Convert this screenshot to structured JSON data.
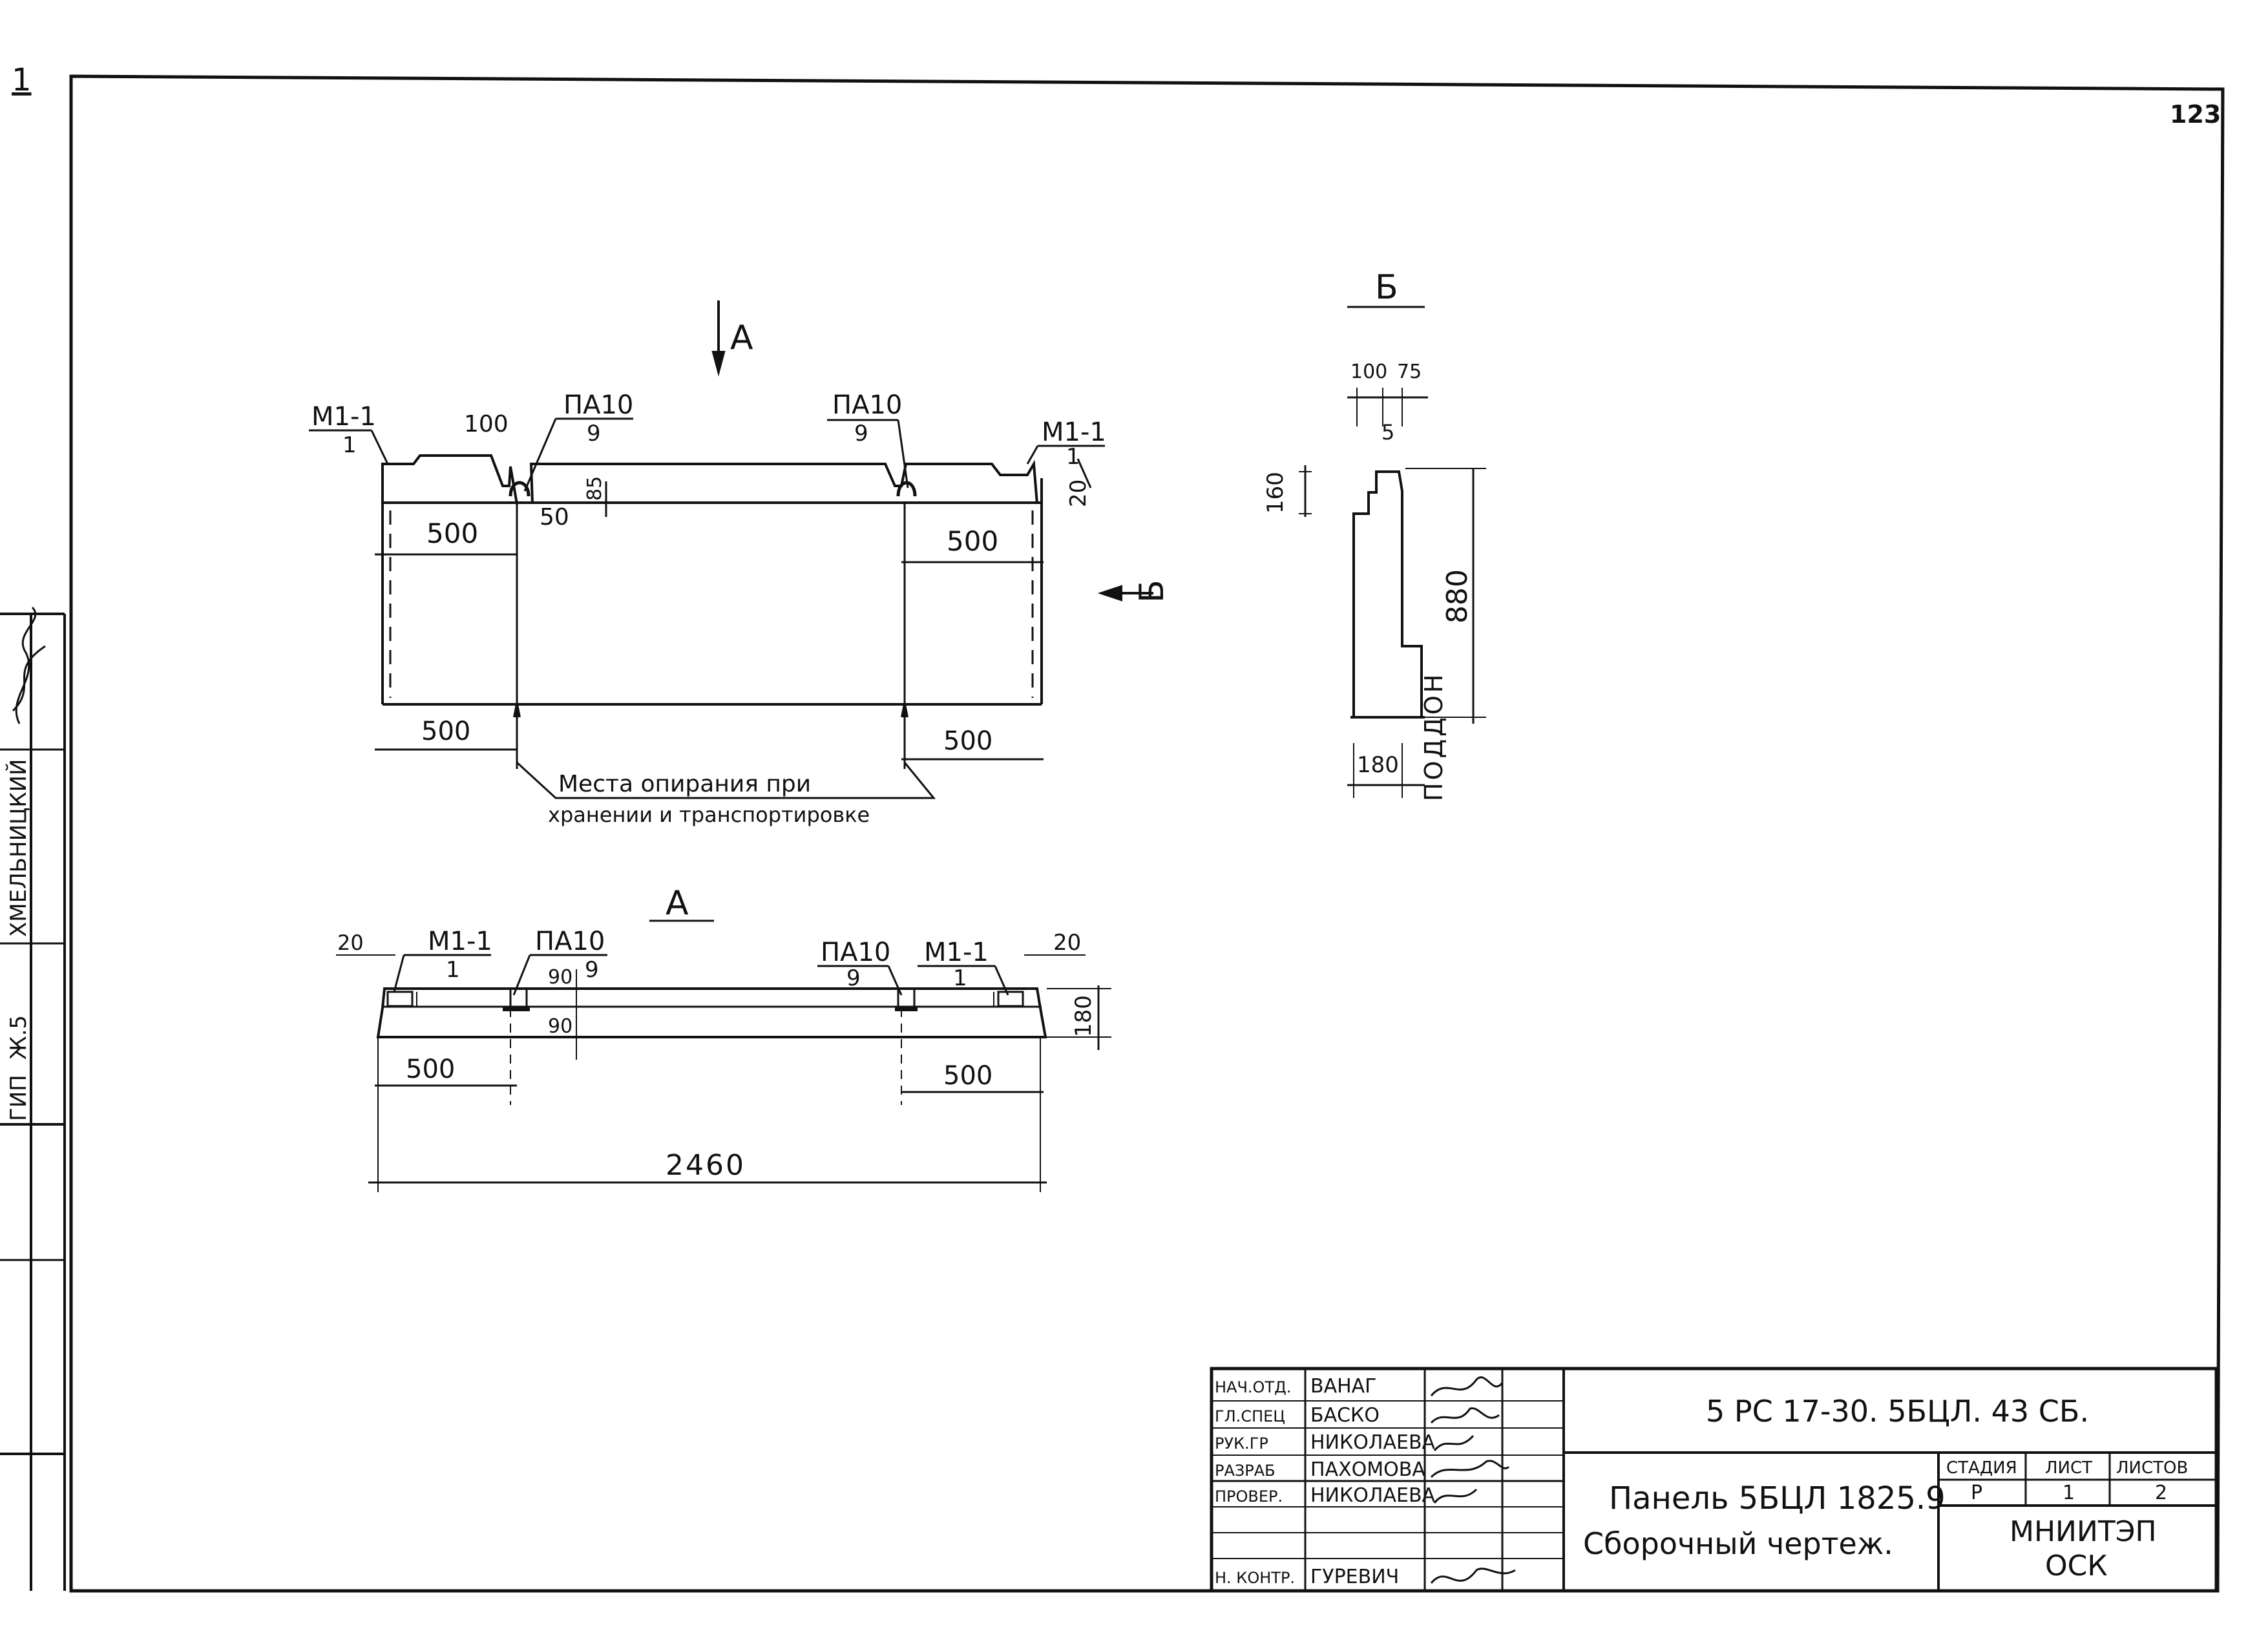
{
  "sheet": {
    "corner_number": "1",
    "page_number": "123"
  },
  "side_stamp": {
    "rows": [
      {
        "role": "ГИП",
        "value": "Ж.5",
        "name": "ХМЕЛЬНИЦКИЙ"
      }
    ]
  },
  "view_main": {
    "section_arrow_a": "А",
    "section_arrow_b": "Б",
    "callout_left": {
      "mark": "М1-1",
      "pos": "1"
    },
    "callout_right": {
      "mark": "М1-1",
      "pos": "1"
    },
    "callout_pa_left": {
      "mark": "ПА10",
      "pos": "9"
    },
    "callout_pa_right": {
      "mark": "ПА10",
      "pos": "9"
    },
    "dims": {
      "d100": "100",
      "d85": "85",
      "d50": "50",
      "d20": "20",
      "top_left_500": "500",
      "top_right_500": "500",
      "bottom_left_500": "500",
      "bottom_right_500": "500"
    },
    "note_line1": "Места опирания при",
    "note_line2": "хранении и транспортировке"
  },
  "view_b": {
    "title": "Б",
    "dims": {
      "d100": "100",
      "d75": "75",
      "d5": "5",
      "d160": "160",
      "d880": "880",
      "d180": "180"
    },
    "label_pallet": "ПОДДОН"
  },
  "view_a": {
    "title": "А",
    "callout_left": {
      "mark": "М1-1",
      "pos": "1"
    },
    "callout_right": {
      "mark": "М1-1",
      "pos": "1"
    },
    "callout_pa_left": {
      "mark": "ПА10",
      "pos": "9"
    },
    "callout_pa_right": {
      "mark": "ПА10",
      "pos": "9"
    },
    "dims": {
      "d20_left": "20",
      "d20_right": "20",
      "d90_top": "90",
      "d90_bottom": "90",
      "d180": "180",
      "left_500": "500",
      "right_500": "500",
      "total": "2460"
    }
  },
  "title_block": {
    "signatures": [
      {
        "role": "НАЧ.ОТД.",
        "name": "ВАНАГ"
      },
      {
        "role": "ГЛ.СПЕЦ",
        "name": "БАСКО"
      },
      {
        "role": "РУК.ГР",
        "name": "НИКОЛАЕВА"
      },
      {
        "role": "РАЗРАБ",
        "name": "ПАХОМОВА"
      },
      {
        "role": "ПРОВЕР.",
        "name": "НИКОЛАЕВА"
      },
      {
        "role": "",
        "name": ""
      },
      {
        "role": "Н. КОНТР.",
        "name": "ГУРЕВИЧ"
      }
    ],
    "document_code": "5 РС 17-30.  5БЦЛ. 43 СБ.",
    "product_title": "Панель 5БЦЛ 1825.9",
    "product_subtitle": "Сборочный чертеж.",
    "stage_header": "СТАДИЯ",
    "sheet_header": "ЛИСТ",
    "sheets_header": "ЛИСТОВ",
    "stage": "Р",
    "sheet": "1",
    "sheets": "2",
    "org_line1": "МНИИТЭП",
    "org_line2": "ОСК"
  }
}
